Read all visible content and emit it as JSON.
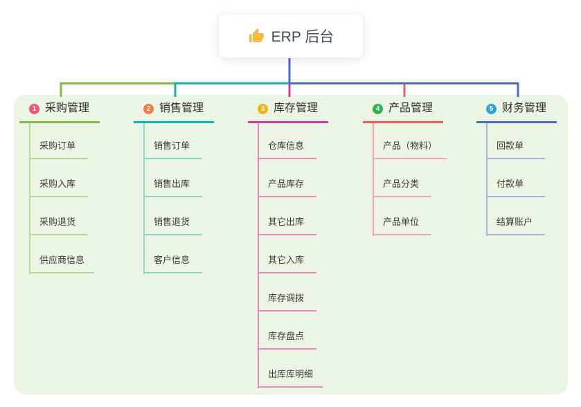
{
  "root": {
    "title": "ERP 后台",
    "icon": "thumbs-up-icon",
    "icon_color": "#f6b93b"
  },
  "theme": {
    "canvas_bg": "#ffffff",
    "panel_bg": "#eaf6e3",
    "root_line_color": "#4a68d0",
    "root_text_color": "#3e4a56",
    "header_text_color": "#2e2e2e",
    "child_text_color": "#3a3a3a"
  },
  "branches": [
    {
      "index": "1",
      "label": "采购管理",
      "badge_color": "#f5566f",
      "line_color": "#82bb45",
      "child_line_color": "#b5d98f",
      "children": [
        "采购订单",
        "采购入库",
        "采购退货",
        "供应商信息"
      ]
    },
    {
      "index": "2",
      "label": "销售管理",
      "badge_color": "#f57d3d",
      "line_color": "#16b3aa",
      "child_line_color": "#86d8d0",
      "children": [
        "销售订单",
        "销售出库",
        "销售退货",
        "客户信息"
      ]
    },
    {
      "index": "3",
      "label": "库存管理",
      "badge_color": "#f9b214",
      "line_color": "#cf3e9d",
      "child_line_color": "#ea86c5",
      "children": [
        "仓库信息",
        "产品库存",
        "其它出库",
        "其它入库",
        "库存调拨",
        "库存盘点",
        "出库库明细"
      ]
    },
    {
      "index": "4",
      "label": "产品管理",
      "badge_color": "#2fb351",
      "line_color": "#f25c5c",
      "child_line_color": "#f8a6a6",
      "children": [
        "产品（物料）",
        "产品分类",
        "产品单位"
      ]
    },
    {
      "index": "5",
      "label": "财务管理",
      "badge_color": "#2aa5da",
      "line_color": "#4a68d0",
      "child_line_color": "#a5b3e4",
      "children": [
        "回款单",
        "付款单",
        "结算账户"
      ]
    }
  ]
}
